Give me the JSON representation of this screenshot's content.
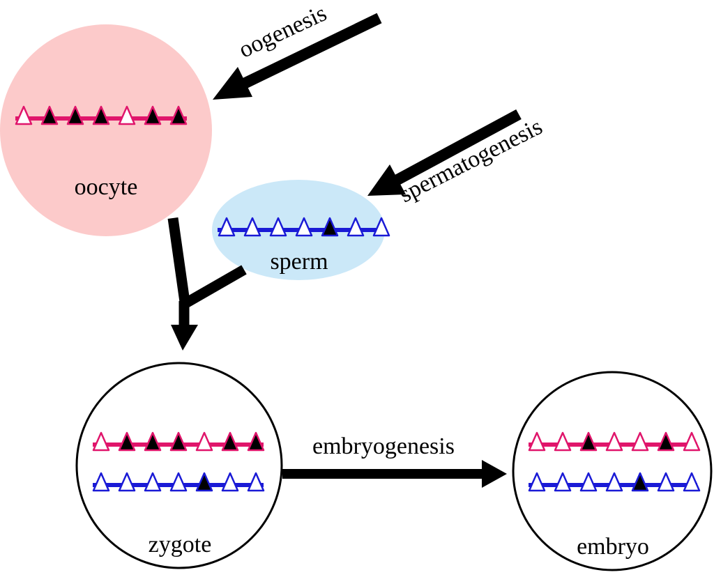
{
  "labels": {
    "oocyte": "oocyte",
    "sperm": "sperm",
    "zygote": "zygote",
    "embryo": "embryo",
    "oogenesis": "oogenesis",
    "spermatogenesis": "spermatogenesis",
    "embryogenesis": "embryogenesis"
  },
  "colors": {
    "oocyte_fill": "#fccaca",
    "sperm_fill": "#cbe8f8",
    "maternal_line": "#e0156b",
    "paternal_line": "#1a1ad6",
    "filled_marker": "#000000",
    "open_marker": "#ffffff",
    "arrow": "#000000",
    "cell_outline": "#000000"
  },
  "marker_legend_note": "",
  "chromosomes": {
    "oocyte": [
      "open",
      "filled",
      "filled",
      "filled",
      "open",
      "filled",
      "filled"
    ],
    "sperm": [
      "open",
      "open",
      "open",
      "open",
      "filled",
      "open",
      "open"
    ],
    "zygote_maternal": [
      "open",
      "filled",
      "filled",
      "filled",
      "open",
      "filled",
      "filled"
    ],
    "zygote_paternal": [
      "open",
      "open",
      "open",
      "open",
      "filled",
      "open",
      "open"
    ],
    "embryo_maternal": [
      "open",
      "open",
      "filled",
      "open",
      "open",
      "filled",
      "open"
    ],
    "embryo_paternal": [
      "open",
      "open",
      "open",
      "open",
      "filled",
      "open",
      "open"
    ]
  }
}
